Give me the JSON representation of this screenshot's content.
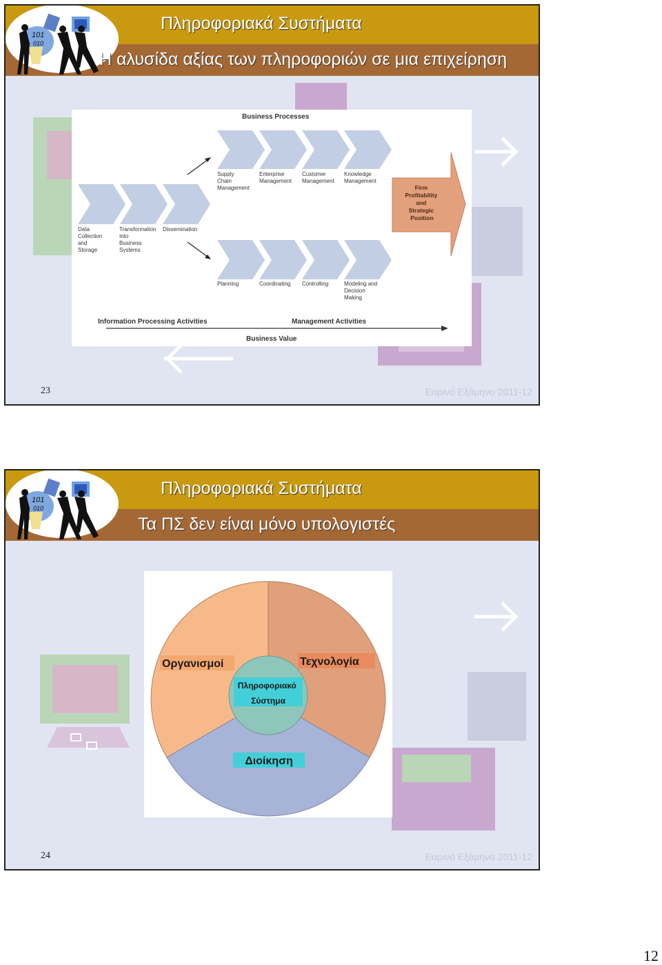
{
  "slides": [
    {
      "course_title": "Πληροφοριακά Συστήματα",
      "title": "Η αλυσίδα αξίας των πληροφοριών σε μια επιχείρηση",
      "page_number": "23",
      "term": "Εαρινό Εξάμηνο 2011-12",
      "diagram": {
        "business_processes_heading": "Business Processes",
        "business_processes": [
          [
            "Supply",
            "Chain",
            "Management"
          ],
          [
            "Enterprise",
            "Management"
          ],
          [
            "Customer",
            "Management"
          ],
          [
            "Knowledge",
            "Management"
          ]
        ],
        "info_steps": [
          [
            "Data",
            "Collection",
            "and",
            "Storage"
          ],
          [
            "Transformation",
            "Into",
            "Business",
            "Systems"
          ],
          [
            "Dissemination"
          ]
        ],
        "management_activities": [
          [
            "Planning"
          ],
          [
            "Coordinating"
          ],
          [
            "Controlling"
          ],
          [
            "Modeling and",
            "Decision",
            "Making"
          ]
        ],
        "result_box": [
          "Firm",
          "Profitability",
          "and",
          "Strategic",
          "Position"
        ],
        "left_axis_label": "Information Processing Activities",
        "right_axis_label": "Management Activities",
        "bottom_label": "Business Value"
      }
    },
    {
      "course_title": "Πληροφοριακά Συστήματα",
      "title": "Τα ΠΣ δεν είναι μόνο υπολογιστές",
      "page_number": "24",
      "term": "Εαρινό Εξάμηνο 2011-12",
      "diagram": {
        "organizations_label": "Οργανισμοί",
        "technology_label": "Τεχνολογία",
        "management_label": "Διοίκηση",
        "center_line1": "Πληροφοριακό",
        "center_line2": "Σύστημα"
      }
    }
  ],
  "sheet_number": "12",
  "colors": {
    "header_gold": "#c99a0f",
    "header_brown": "#a46834",
    "slide_background": "#e1e5f1",
    "chevron_blue": "#c2cee3",
    "result_orange": "#e3a07c",
    "organizations": "#f8b98a",
    "technology": "#e0a07c",
    "management": "#a8b4d7",
    "center_teal": "#8ec6bc",
    "label_cyan": "#43cfd8"
  }
}
